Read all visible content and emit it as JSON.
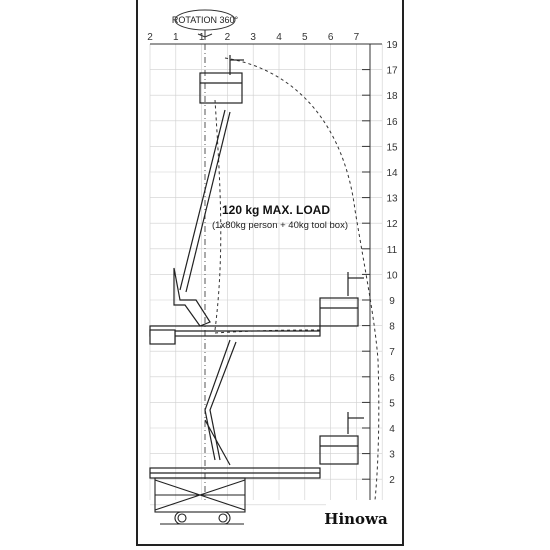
{
  "rotation_label": "ROTATION 360°",
  "load_title": "120 kg MAX. LOAD",
  "load_subtitle": "(1x80kg person + 40kg tool box)",
  "top_axis_labels": [
    "2",
    "1",
    "1",
    "2",
    "3",
    "4",
    "5",
    "6",
    "7"
  ],
  "height_labels": [
    "19",
    "17",
    "18",
    "16",
    "15",
    "14",
    "13",
    "12",
    "11",
    "10",
    "9",
    "8",
    "7",
    "6",
    "5",
    "4",
    "3",
    "2"
  ],
  "brand": "Hinowa"
}
